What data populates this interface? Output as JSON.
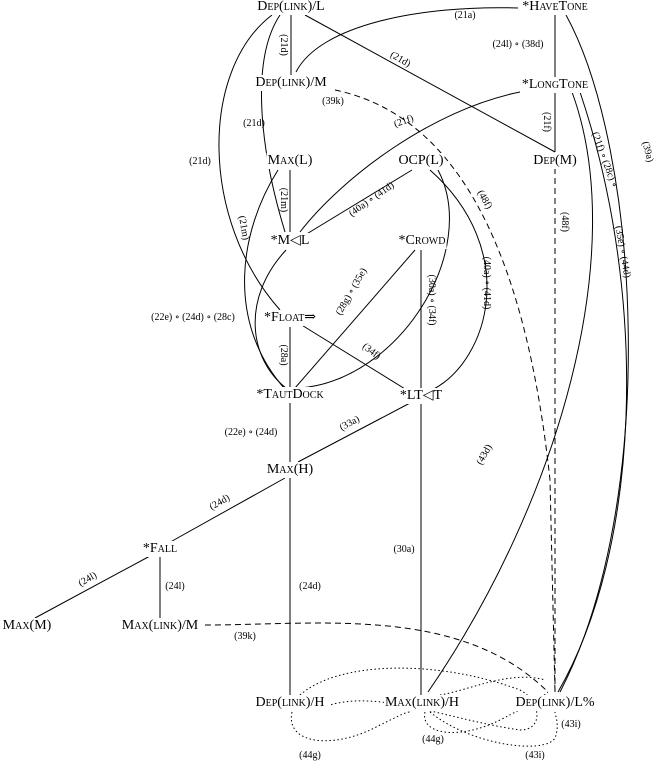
{
  "nodes": {
    "dep_link_l": "Dep(link)/L",
    "havetone": "*HaveTone",
    "dep_link_m": "Dep(link)/M",
    "longtone": "*LongTone",
    "max_l": "Max(L)",
    "ocp_l": "OCP(L)",
    "dep_m": "Dep(M)",
    "m_l": "*M◁L",
    "crowd": "*Crowd",
    "float": "*Float⇒",
    "tautdock": "*TautDock",
    "lt_t": "*LT◁T",
    "max_h": "Max(H)",
    "fall": "*Fall",
    "max_m": "Max(M)",
    "max_link_m": "Max(link)/M",
    "dep_link_h": "Dep(link)/H",
    "max_link_h": "Max(link)/H",
    "dep_link_lpct": "Dep(link)/L%"
  },
  "edge_labels": {
    "e21a": "(21a)",
    "e24l_38d": "(24l) ∘ (38d)",
    "e21d_a": "(21d)",
    "e21d_b": "(21d)",
    "e39k_a": "(39k)",
    "e21d_c": "(21d)",
    "e21d_d": "(21d)",
    "e21f_a": "(21f)",
    "e21f_b": "(21f)",
    "e21f_28c": "(21f) ∘ (28c) ∘",
    "e39a": "(39a)",
    "e21m_a": "(21m)",
    "e21m_b": "(21m)",
    "e40a_41d_a": "(40a) ∘ (41d)",
    "e48f_a": "(48f)",
    "e48f_b": "(48f)",
    "e35e_44d": "(35e) ∘ (44d)",
    "e28g_35e": "(28g) ∘ (35e)",
    "e30a_34f": "(30a) ∘ (34f)",
    "e40a_41d_b": "(40a) ∘ (41d)",
    "e22e_24d_28c": "(22e) ∘ (24d) ∘ (28c)",
    "e28a": "(28a)",
    "e34f": "(34f)",
    "e22e_24d": "(22e) ∘ (24d)",
    "e33a": "(33a)",
    "e43d": "(43d)",
    "e24d_a": "(24d)",
    "e30a": "(30a)",
    "e24l_a": "(24l)",
    "e24l_b": "(24l)",
    "e24d_b": "(24d)",
    "e39k_b": "(39k)",
    "e43i_a": "(43i)",
    "e44g_a": "(44g)",
    "e44g_b": "(44g)",
    "e43i_b": "(43i)"
  }
}
